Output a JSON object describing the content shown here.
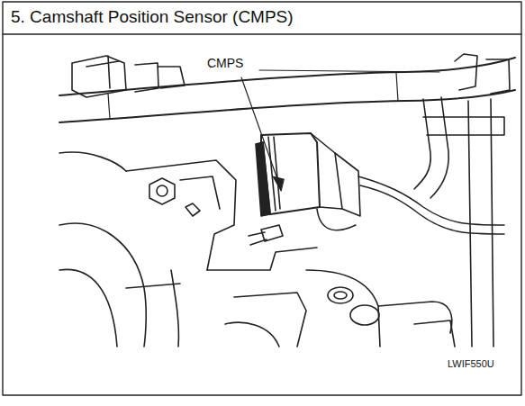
{
  "diagram": {
    "title": "5. Camshaft Position Sensor (CMPS)",
    "labels": [
      "CMPS",
      "LWIF550U"
    ]
  }
}
